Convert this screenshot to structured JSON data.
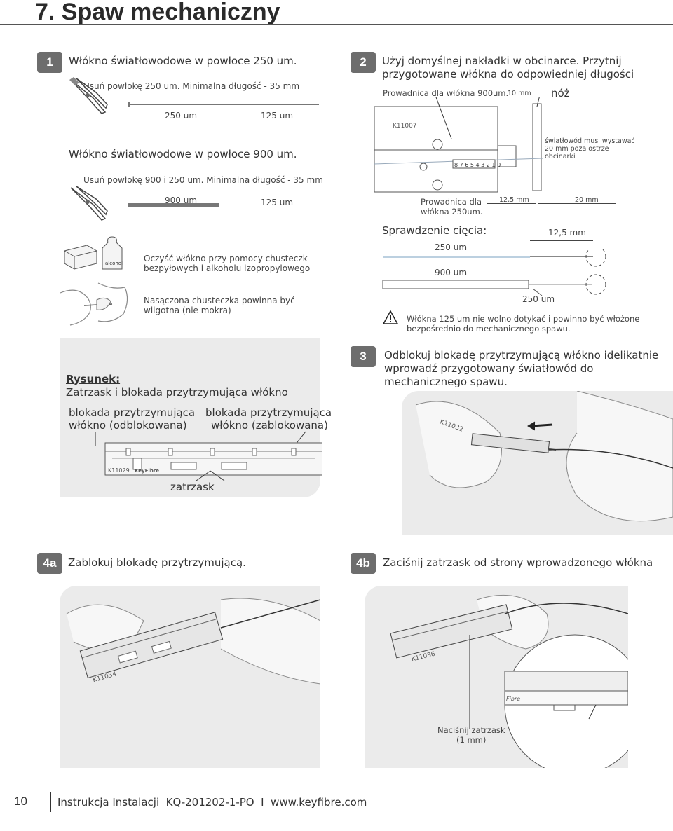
{
  "page_title": "7. Spaw mechaniczny",
  "step1": {
    "number": "1",
    "heading_250": "Włókno światłowodowe w powłoce 250 um.",
    "sub_250": "Usuń powłokę 250 um. Minimalna długość - 35 mm",
    "scale_250_a": "250 um",
    "scale_250_b": "125 um",
    "heading_900": "Włókno światłowodowe w powłoce 900 um.",
    "sub_900": "Usuń powłokę 900 i 250 um. Minimalna długość - 35 mm",
    "scale_900_a": "900   um",
    "scale_900_b": "125 um",
    "clean_text_1": "Oczyść włókno przy pomocy chusteczk",
    "clean_text_2": "bezpyłowych i alkoholu izopropylowego",
    "wet_text_1": "Nasączona chusteczka powinna być",
    "wet_text_2": "wilgotna (nie mokra)",
    "alcohol_label": "alcohol"
  },
  "step2": {
    "number": "2",
    "heading_1": "Użyj domyślnej nakładki w obcinarce. Przytnij",
    "heading_2": "przygotowane włókna do odpowiedniej długości",
    "guide_900": "Prowadnica dla włókna 900um.",
    "dim_10": "10 mm",
    "knife": "nóż",
    "model": "K11007",
    "scale_digits": "8 7 6 5 4 3 2 1 0",
    "fiber_note_1": "światłowód musi wystawać",
    "fiber_note_2": "20 mm poza ostrze",
    "fiber_note_3": "obcinarki",
    "guide_250_1": "Prowadnica dla",
    "guide_250_2": "włókna 250um.",
    "dim_12_5": "12,5 mm",
    "dim_20": "20 mm",
    "check_title": "Sprawdzenie cięcia:",
    "check_12_5": "12,5 mm",
    "check_250_top": "250 um",
    "check_900": "900 um",
    "check_250_bottom": "250 um",
    "warning_1": "Włókna 125 um nie wolno dotykać i powinno być włożone",
    "warning_2": "bezpośrednio do mechanicznego spawu."
  },
  "figure": {
    "title": "Rysunek:",
    "subtitle": "Zatrzask i blokada przytrzymująca włókno",
    "label_left_1": "blokada przytrzymująca",
    "label_left_2": "włókno (odblokowana)",
    "label_right_1": "blokada przytrzymująca",
    "label_right_2": "włókno (zablokowana)",
    "model": "K11029",
    "brand": "KeyFibre",
    "latch": "zatrzask"
  },
  "step3": {
    "number": "3",
    "text_1": "Odblokuj blokadę przytrzymującą włókno idelikatnie",
    "text_2": "wprowadź przygotowany światłowód do",
    "text_3": "mechanicznego spawu.",
    "model": "K11032"
  },
  "step4a": {
    "number": "4a",
    "text": "Zablokuj blokadę przytrzymującą.",
    "model": "K11034"
  },
  "step4b": {
    "number": "4b",
    "text": "Zaciśnij zatrzask od strony wprowadzonego włókna",
    "model": "K11036",
    "brand": "Fibre",
    "press_1": "Naciśnij zatrzask",
    "press_2": "(1 mm)"
  },
  "footer": {
    "page_number": "10",
    "text": "Instrukcja Instalacji  KQ-201202-1-PO  I  www.keyfibre.com"
  }
}
